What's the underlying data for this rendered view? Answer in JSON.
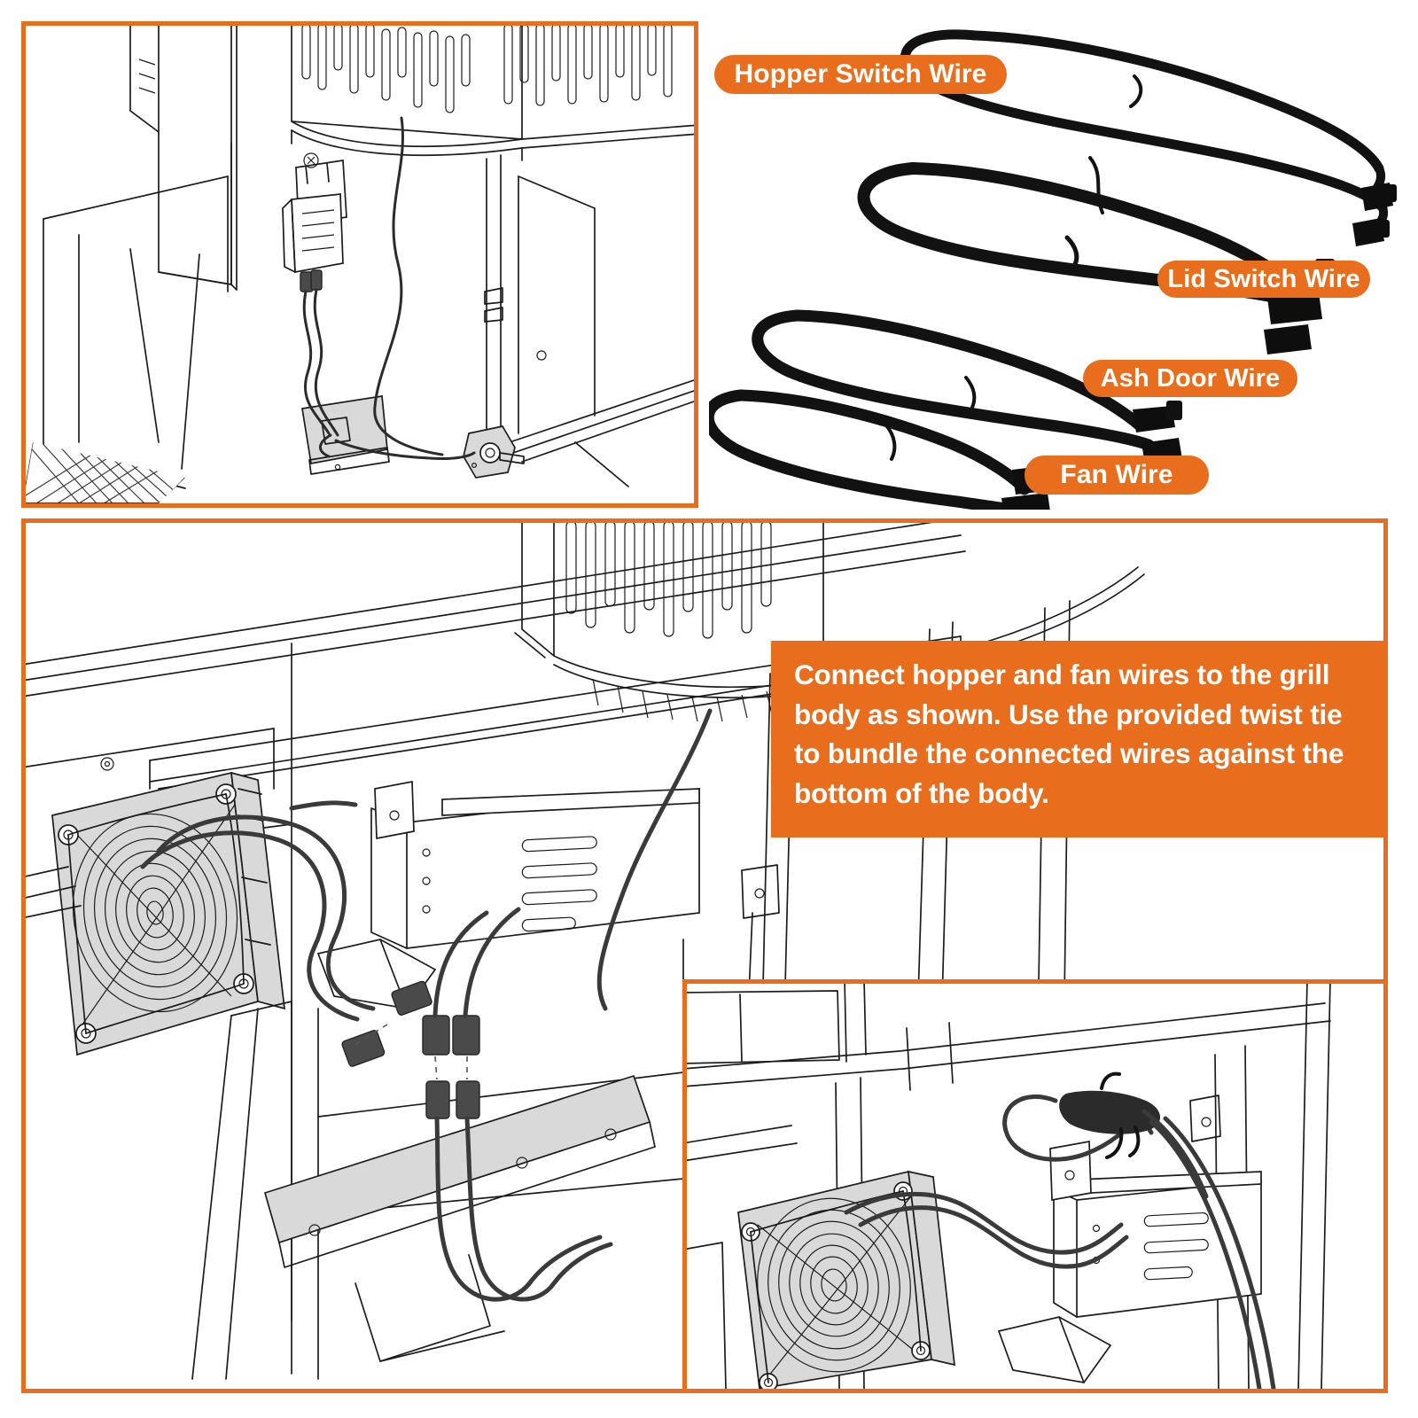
{
  "accent_color": "#E86E1E",
  "background_color": "#FFFFFF",
  "line_art_color": "#1C1C1C",
  "panels": {
    "top_left": {
      "name": "hopper-wire-routing-detail",
      "description": "Line drawing of grill hopper underside showing wire routed from connector down to the body bracket and across to the side mount."
    },
    "wire_photo": {
      "name": "wire-harness-photo",
      "description": "Photograph of four coiled black sleeved wire harnesses on white background."
    },
    "main": {
      "name": "fan-and-hopper-connection-diagram",
      "description": "Large line drawing of grill body underside with fan mounted at left, wires and connectors joining with dashed alignment guides."
    },
    "inset": {
      "name": "bundled-wires-inset",
      "description": "Inset line drawing showing connected wires bundled with a twist tie against the bottom of the grill body."
    }
  },
  "labels": [
    {
      "id": "hopper-switch-wire",
      "text": "Hopper Switch Wire"
    },
    {
      "id": "lid-switch-wire",
      "text": "Lid Switch Wire"
    },
    {
      "id": "ash-door-wire",
      "text": "Ash Door Wire"
    },
    {
      "id": "fan-wire",
      "text": "Fan Wire"
    }
  ],
  "instruction": {
    "text": "Connect hopper and fan wires to the grill body as shown. Use the provided twist tie to bundle the connected wires against the bottom of the body."
  }
}
